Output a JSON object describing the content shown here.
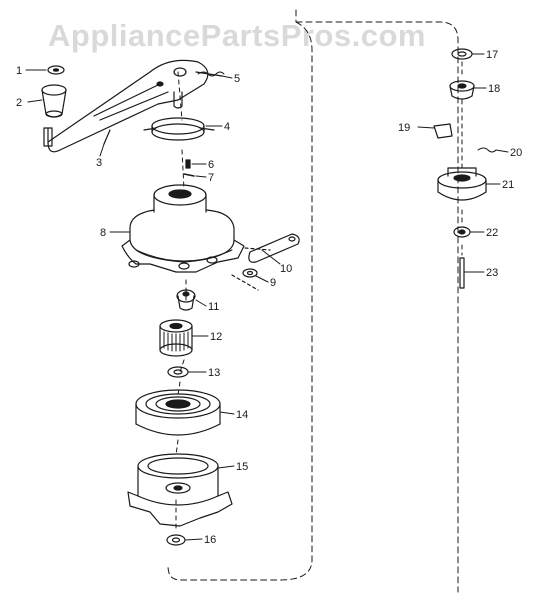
{
  "watermark": "AppliancePartsPros.com",
  "colors": {
    "ink": "#1a1a1a",
    "watermark": "#d9d9d9",
    "background": "#ffffff"
  },
  "callouts": [
    "1",
    "2",
    "3",
    "4",
    "5",
    "6",
    "7",
    "8",
    "9",
    "10",
    "11",
    "12",
    "13",
    "14",
    "15",
    "16",
    "17",
    "18",
    "19",
    "20",
    "21",
    "22",
    "23"
  ]
}
